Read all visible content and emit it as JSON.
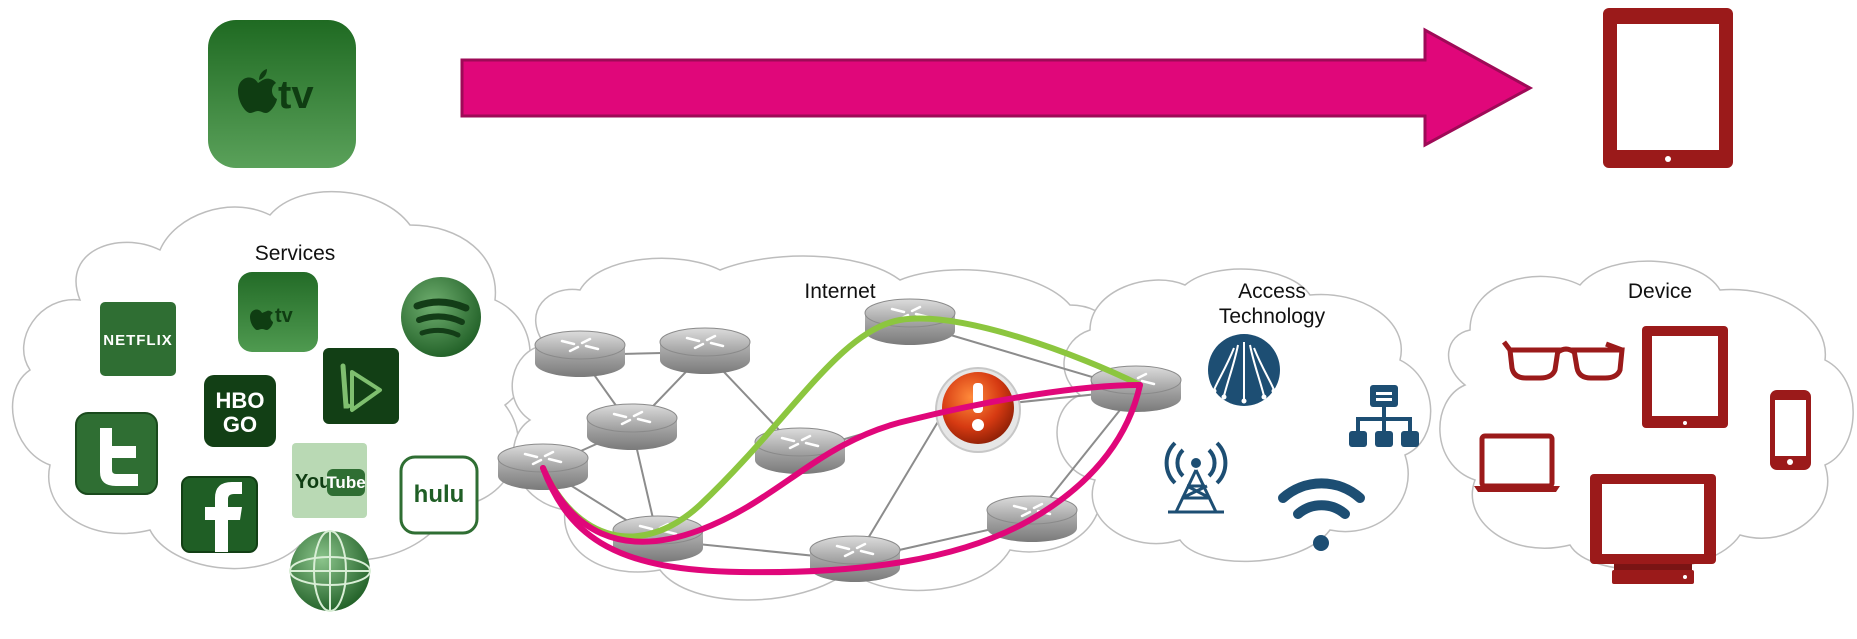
{
  "top": {
    "source_icon": "apple-tv-icon",
    "source_text": "tv",
    "arrow_color": "#e0077a",
    "target_icon": "tablet-icon"
  },
  "clouds": {
    "services": {
      "label": "Services"
    },
    "internet": {
      "label": "Internet"
    },
    "access": {
      "label_line1": "Access",
      "label_line2": "Technology"
    },
    "device": {
      "label": "Device"
    }
  },
  "services": {
    "netflix": "NETFLIX",
    "appletv": "tv",
    "hbo_line1": "HBO",
    "hbo_line2": "GO",
    "youtube_you": "You",
    "youtube_tube": "Tube",
    "hulu": "hulu"
  },
  "paths": {
    "green_color": "#8cc63f",
    "pink_color": "#e0077a"
  },
  "colors": {
    "service_green": "#1f5e25",
    "device_red": "#9b1a1a",
    "access_blue": "#1d4e73",
    "router_grey": "#a8a8a8",
    "alert_red": "#d63a12"
  }
}
